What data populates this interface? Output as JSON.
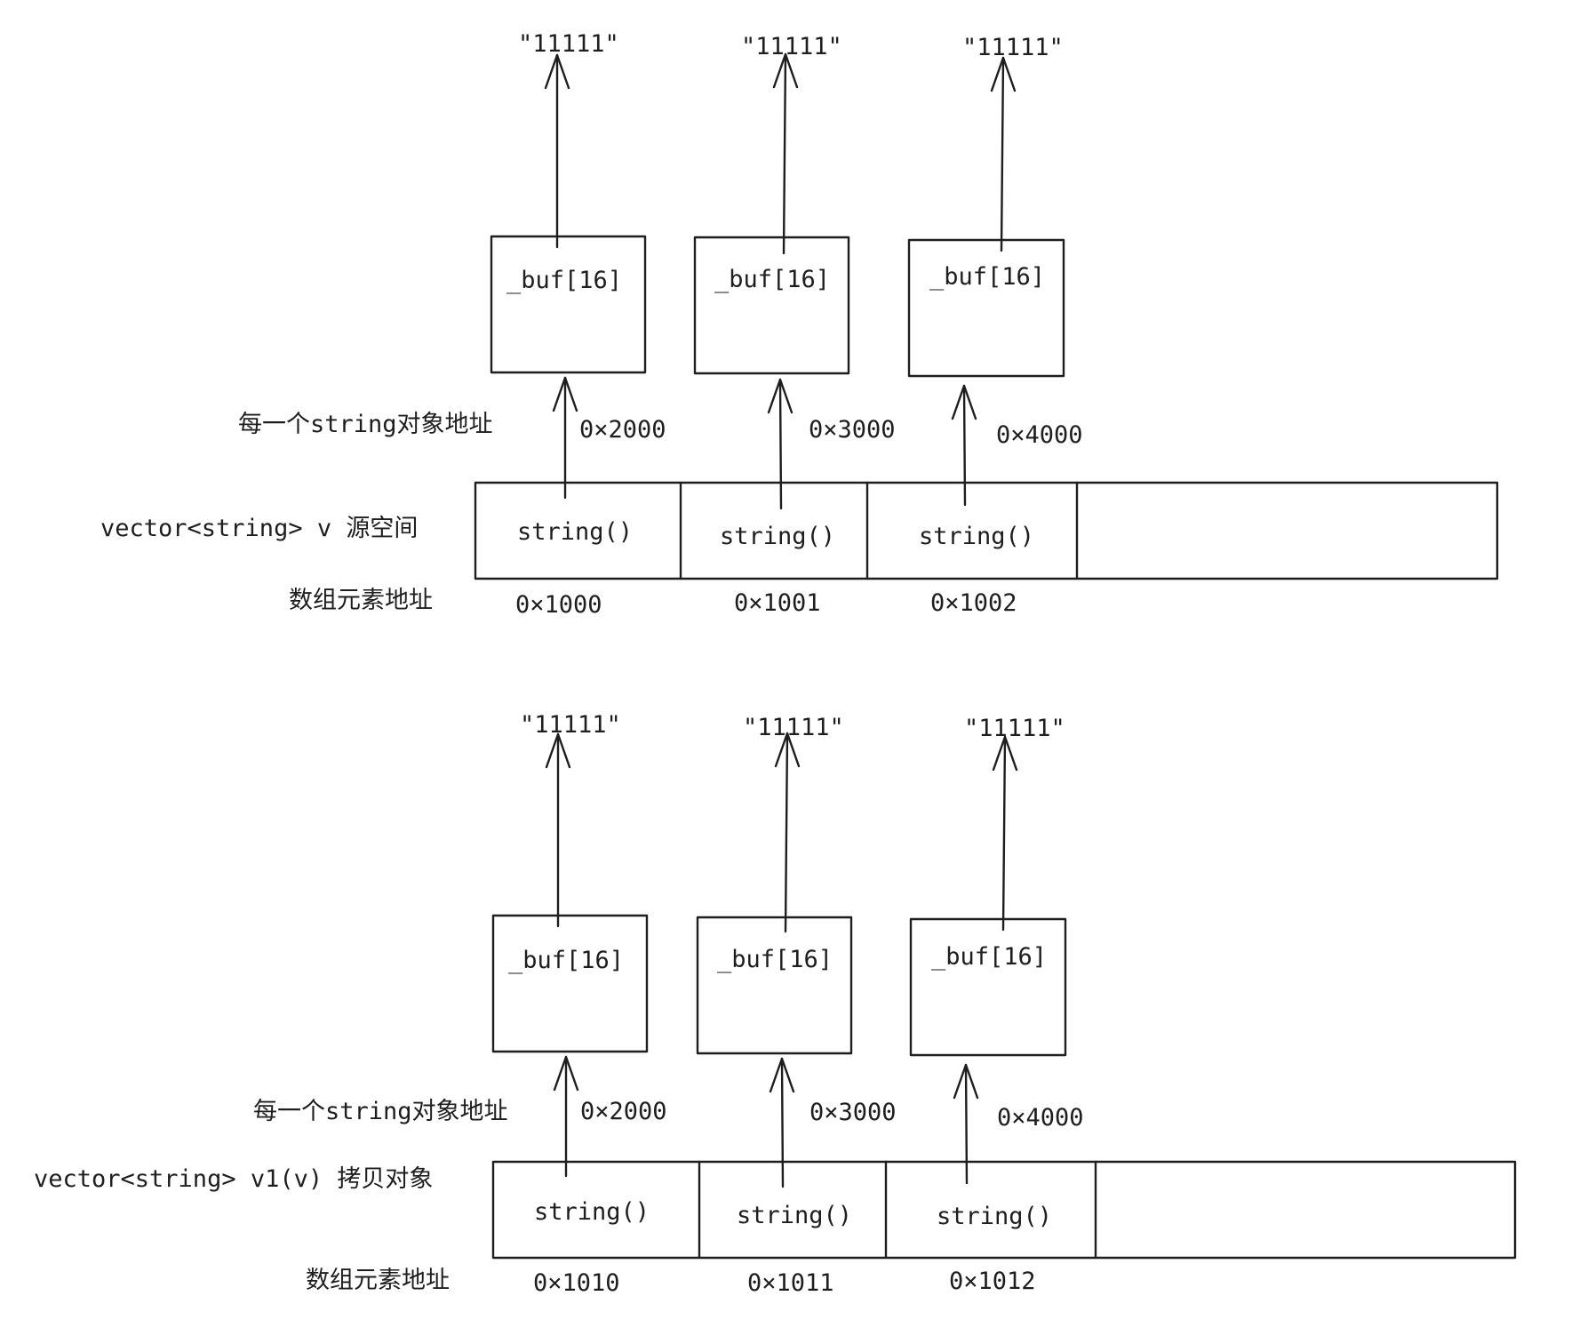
{
  "source": {
    "element_addr_label": "数组元素地址",
    "object_addr_label": "每一个string对象地址",
    "vector_label": "vector<string> v 源空间",
    "cells": [
      {
        "value": "string()",
        "buf": "_buf[16]",
        "content": "\"11111\"",
        "obj_addr": "0×2000",
        "elem_addr": "0×1000"
      },
      {
        "value": "string()",
        "buf": "_buf[16]",
        "content": "\"11111\"",
        "obj_addr": "0×3000",
        "elem_addr": "0×1001"
      },
      {
        "value": "string()",
        "buf": "_buf[16]",
        "content": "\"11111\"",
        "obj_addr": "0×4000",
        "elem_addr": "0×1002"
      }
    ]
  },
  "copy": {
    "element_addr_label": "数组元素地址",
    "object_addr_label": "每一个string对象地址",
    "vector_label": "vector<string> v1(v) 拷贝对象",
    "cells": [
      {
        "value": "string()",
        "buf": "_buf[16]",
        "content": "\"11111\"",
        "obj_addr": "0×2000",
        "elem_addr": "0×1010"
      },
      {
        "value": "string()",
        "buf": "_buf[16]",
        "content": "\"11111\"",
        "obj_addr": "0×3000",
        "elem_addr": "0×1011"
      },
      {
        "value": "string()",
        "buf": "_buf[16]",
        "content": "\"11111\"",
        "obj_addr": "0×4000",
        "elem_addr": "0×1012"
      }
    ]
  }
}
